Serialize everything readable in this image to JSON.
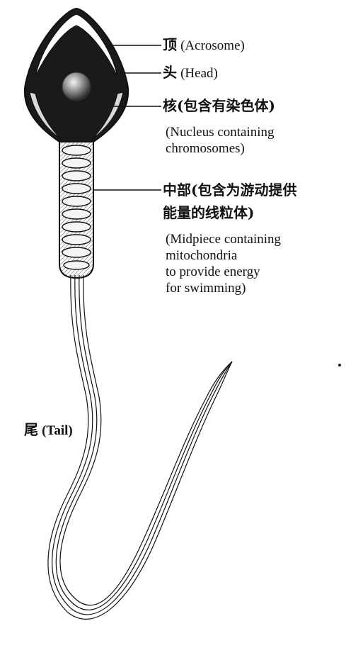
{
  "labels": {
    "acrosome": {
      "zh": "顶",
      "en": "(Acrosome)"
    },
    "head": {
      "zh": "头",
      "en": "(Head)"
    },
    "nucleus": {
      "zh": "核(包含有染色体)",
      "en_lines": [
        "(Nucleus containing",
        "chromosomes)"
      ]
    },
    "midpiece": {
      "zh_lines": [
        "中部(包含为游动提供",
        "能量的线粒体)"
      ],
      "en_lines": [
        "(Midpiece containing",
        "mitochondria",
        "to provide energy",
        "for swimming)"
      ]
    },
    "tail": {
      "zh": "尾",
      "en": "(Tail)"
    }
  },
  "colors": {
    "ink": "#111111",
    "head_fill": "#1a1a1a",
    "nucleus_highlight": "#d8d8d8",
    "background": "#ffffff"
  }
}
